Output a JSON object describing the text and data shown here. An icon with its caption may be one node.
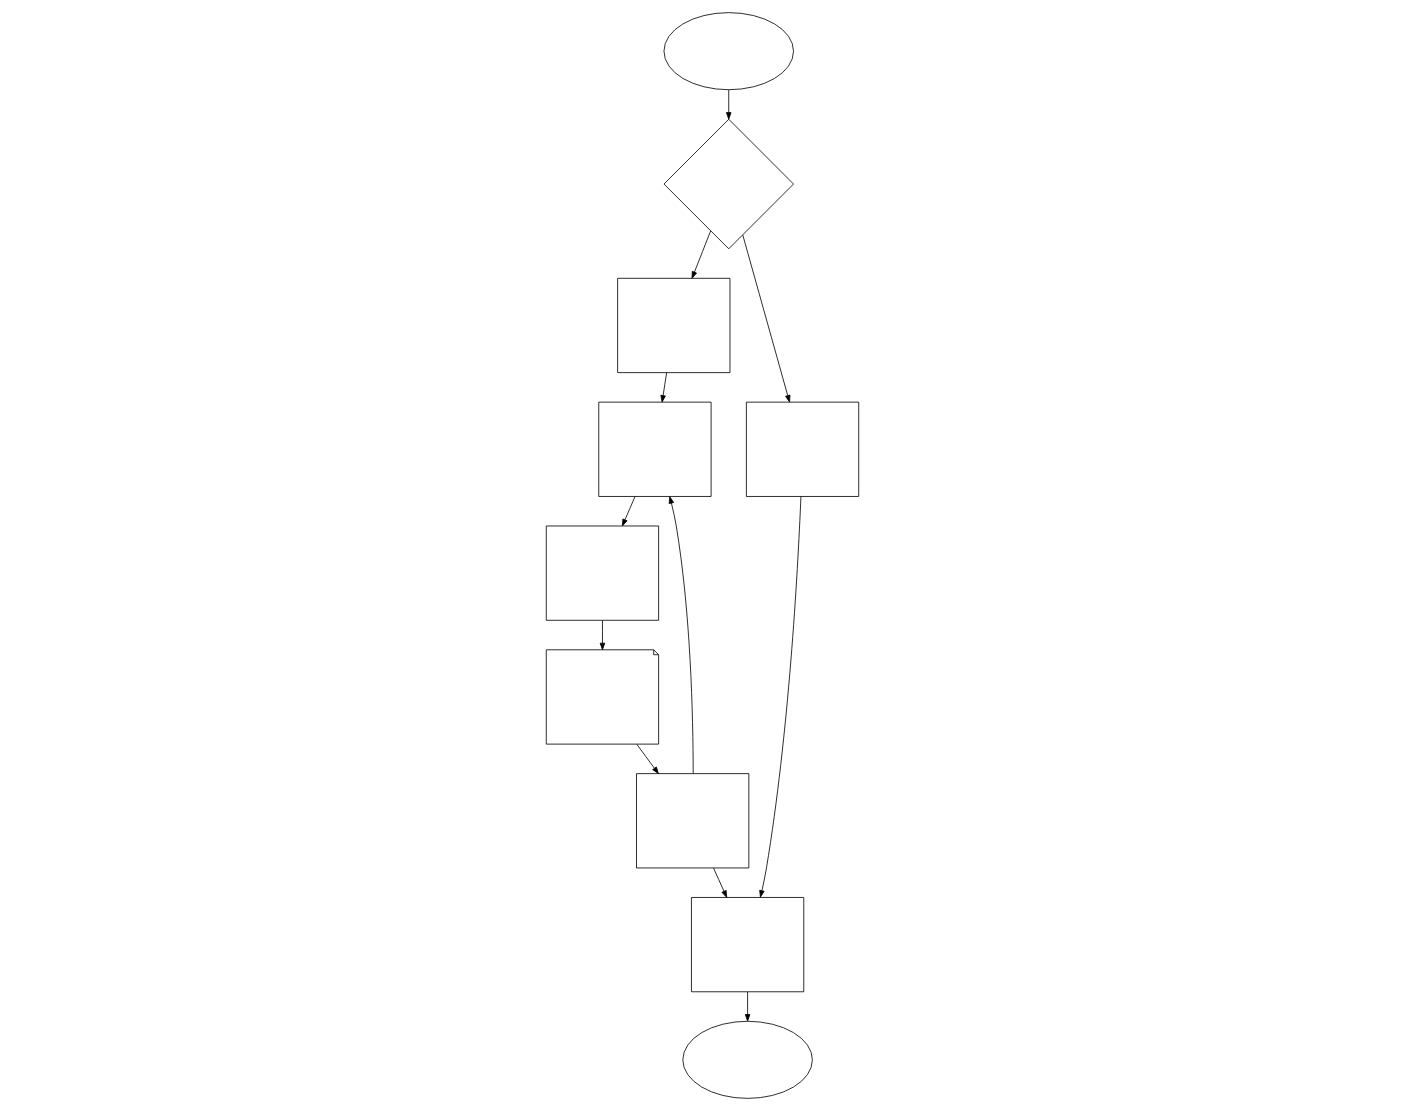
{
  "diagram": {
    "nodes": [
      {
        "text": [],
        "shape": "ellipse"
      },
      {
        "text": [],
        "shape": "diamond"
      },
      {
        "text": [],
        "shape": "box"
      },
      {
        "text": [],
        "shape": "box"
      },
      {
        "text": [],
        "shape": "box"
      },
      {
        "text": [],
        "shape": "box"
      },
      {
        "text": [],
        "shape": "box"
      },
      {
        "text": [],
        "shape": "box"
      },
      {
        "text": [],
        "shape": "document"
      },
      {
        "text": [],
        "shape": "ellipse"
      }
    ],
    "edges": [
      {
        "from": 0,
        "to": 1,
        "arrow": "to"
      },
      {
        "from": 1,
        "to": 2,
        "arrow": "to"
      },
      {
        "from": 1,
        "to": 5,
        "arrow": "to"
      },
      {
        "from": 2,
        "to": 3,
        "arrow": "to"
      },
      {
        "from": 3,
        "to": 4,
        "arrow": "to"
      },
      {
        "from": 4,
        "to": 8,
        "arrow": "to"
      },
      {
        "from": 8,
        "to": 7,
        "arrow": "to"
      },
      {
        "from": 7,
        "to": 3,
        "arrow": "to"
      },
      {
        "from": 7,
        "to": 6,
        "arrow": "to"
      },
      {
        "from": 5,
        "to": 6,
        "arrow": "to"
      },
      {
        "from": 6,
        "to": 9,
        "arrow": "to"
      }
    ]
  }
}
